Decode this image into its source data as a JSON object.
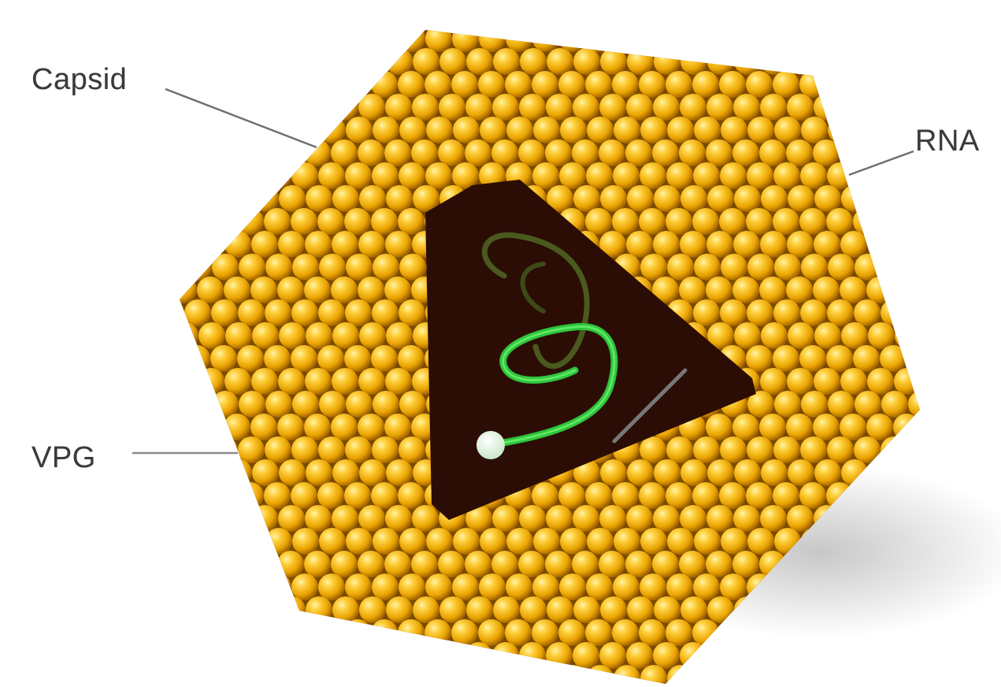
{
  "labels": {
    "capsid": "Capsid",
    "rna": "RNA",
    "vpg": "VPG"
  },
  "colors": {
    "sphere_light": "#ffe27a",
    "sphere_mid": "#f0b400",
    "sphere_dark": "#b57400",
    "interior": "#2b0d05",
    "rna_strand": "#2ec43a",
    "rna_strand_faint": "#4a5a1e",
    "vpg_cap": "#f4fff4",
    "leader": "#6f6f6f"
  },
  "icons": [
    "capsid-sphere",
    "rna-coil-icon",
    "vpg-bead-icon"
  ]
}
